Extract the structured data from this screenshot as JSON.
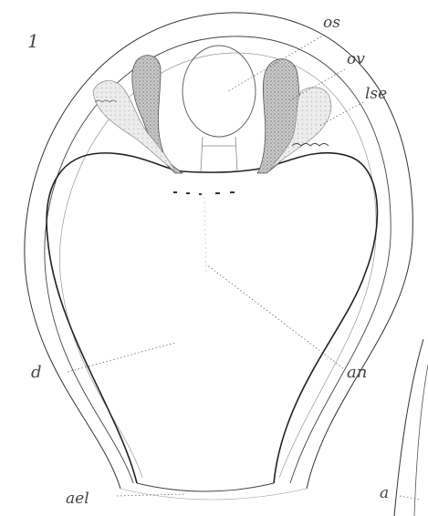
{
  "figure": {
    "number": "1",
    "labels": {
      "os": "os",
      "ov": "ov",
      "lse": "lse",
      "an": "an",
      "d": "d",
      "ael": "ael",
      "a": "a"
    }
  },
  "colors": {
    "ink": "#222222",
    "faint": "#9a9a9a",
    "stipple": "#b8b8b8",
    "stipple_dark": "#8c8c8c"
  }
}
